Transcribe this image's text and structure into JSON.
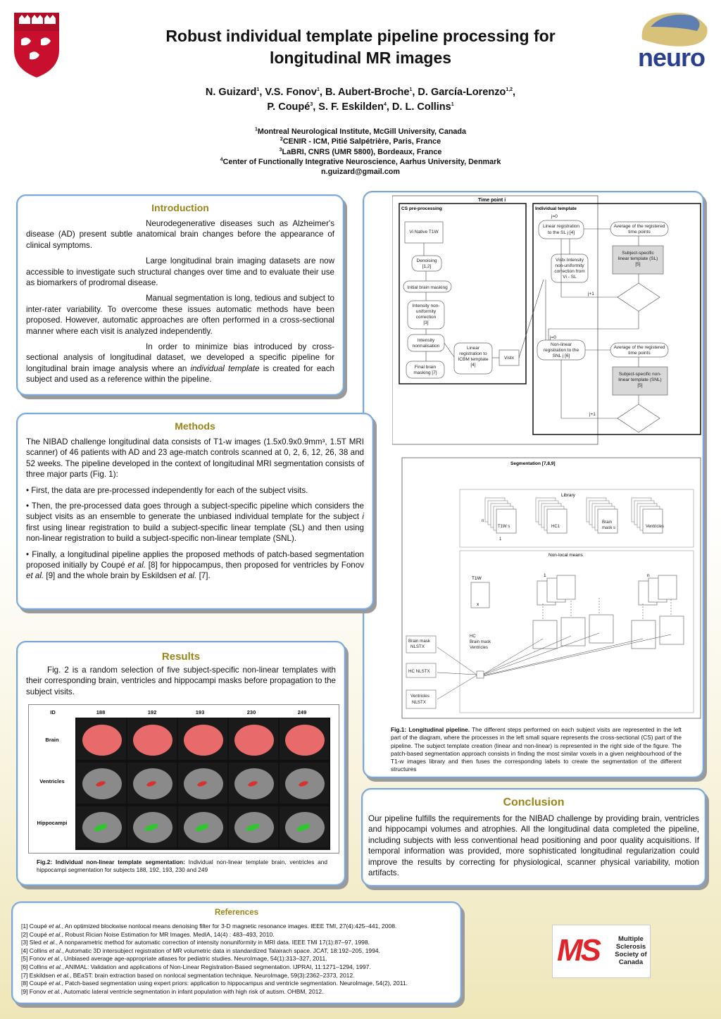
{
  "header": {
    "title_line1": "Robust individual template pipeline processing for",
    "title_line2": "longitudinal MR images",
    "authors_line1": [
      {
        "t": "N. Guizard",
        "s": "1"
      },
      {
        "t": ", V.S. Fonov",
        "s": "1"
      },
      {
        "t": ", B. Aubert-Broche",
        "s": "1"
      },
      {
        "t": ", D. García-Lorenzo",
        "s": "1,2"
      },
      {
        "t": ",",
        "s": ""
      }
    ],
    "authors_line2": [
      {
        "t": "P. Coupé",
        "s": "3"
      },
      {
        "t": ", S. F. Eskilden",
        "s": "4"
      },
      {
        "t": ", D. L. Collins",
        "s": "1"
      }
    ],
    "affiliations": [
      {
        "n": "1",
        "t": "Montreal Neurological Institute, McGill University, Canada"
      },
      {
        "n": "2",
        "t": "CENIR - ICM, Pitié Salpétrière, Paris, France"
      },
      {
        "n": "3",
        "t": "LaBRI, CNRS (UMR 5800), Bordeaux, France"
      },
      {
        "n": "4",
        "t": "Center of Functionally Integrative Neuroscience, Aarhus University, Denmark"
      }
    ],
    "email": "n.guizard@gmail.com",
    "logo_right_text": "neuro",
    "logo_ms_lines": [
      "Multiple",
      "Sclerosis",
      "Society of",
      "Canada"
    ],
    "logo_ms_mark": "MS"
  },
  "introduction": {
    "title": "Introduction",
    "p1": "Neurodegenerative diseases such as Alzheimer's disease (AD) present subtle anatomical brain changes before the appearance of clinical symptoms.",
    "p2": "Large longitudinal brain imaging datasets are now accessible to investigate such structural changes over time and to evaluate their use as biomarkers of prodromal disease.",
    "p3": "Manual segmentation is long, tedious and subject to inter-rater variability. To overcome these issues automatic methods have been proposed. However, automatic approaches are often performed in a cross-sectional manner where each visit is analyzed independently.",
    "p4a": "In order to minimize bias introduced by cross-sectional analysis of longitudinal dataset, we developed a specific pipeline for longitudinal brain image analysis where an ",
    "p4em": "individual template",
    "p4b": " is created for each subject and used as a reference within the pipeline."
  },
  "methods": {
    "title": "Methods",
    "p1": "The NIBAD challenge longitudinal data consists of T1-w images (1.5x0.9x0.9mm³, 1.5T MRI scanner) of 46 patients with AD and 23 age-match controls scanned at 0, 2, 6, 12, 26, 38 and 52 weeks.  The pipeline developed in the context of longitudinal MRI segmentation consists of three major parts (Fig. 1):",
    "b1": "• First, the data are pre-processed independently for each of the subject visits.",
    "b2a": "• Then, the pre-processed data goes through a subject-specific pipeline which considers the subject visits as an ensemble to generate the unbiased individual template for the subject ",
    "b2em": "i",
    "b2b": " first using linear registration to build a subject-specific linear template (SL) and then using non-linear registration to build a subject-specific non-linear template (SNL).",
    "b3a": "• Finally, a longitudinal pipeline applies the proposed methods of patch-based segmentation proposed initially by Coupé ",
    "b3em1": "et al.",
    "b3b": " [8] for hippocampus, then proposed for ventricles by Fonov ",
    "b3em2": "et al.",
    "b3c": " [9] and the whole brain by Eskildsen ",
    "b3em3": "et al.",
    "b3d": " [7]."
  },
  "results": {
    "title": "Results",
    "p1": "Fig. 2 is a random selection of five subject-specific non-linear templates with their corresponding brain, ventricles and hippocampi masks before propagation to the subject visits.",
    "fig_header": [
      "ID",
      "188",
      "192",
      "193",
      "230",
      "249"
    ],
    "fig_rows": [
      "Brain",
      "Ventricles",
      "Hippocampi"
    ],
    "caption_label": "Fig.2:  Individual non-linear template segmentation:",
    "caption_text": " Individual non-linear template brain, ventricles and hippocampi segmentation for subjects 188, 192, 193, 230 and 249"
  },
  "figure1": {
    "time_point": "Time point  i",
    "cs_title": "CS pre-processing",
    "it_title": "Individual template",
    "cs_boxes": [
      "Vi Native T1W",
      "Denoising",
      "[1,2]",
      "Initial brain masking",
      "Intensity non-",
      "uniformity",
      "correction",
      "[3]",
      "Intensity",
      "normalisation",
      "Final brain",
      "masking [7]",
      "Linear",
      "registration to",
      "ICBM template",
      "[4]",
      "Vistx"
    ],
    "it_labels": [
      "j=0",
      "Linear registration",
      "to the SL j [4]",
      "Average of the registered",
      "time points",
      "Subject-specific",
      "linear template (SL)",
      "[5]",
      "Vistx Intensity",
      "non-uniformity",
      "correction from",
      "Vi - SL",
      "j+1",
      "j=0",
      "Non-linear",
      "registration to the",
      "SNL j [6]",
      "Average of the registered",
      "time points",
      "Subject-specific non-",
      "linear template (SNL)",
      "[5]",
      "j+1"
    ],
    "seg_title": "Segmentation [7,8,9]",
    "library": "Library",
    "lib_items": [
      "T1W s",
      "HC1",
      "Brain",
      "mask s",
      "Ventricles"
    ],
    "lib_n": "n",
    "lib_1": "1",
    "nlm": "Non-local means",
    "nlm_t1w": "T1W",
    "nlm_1": "1",
    "nlm_n": "n",
    "nlm_x": "x",
    "nlm_hc": [
      "HC",
      "Brain mask",
      "Ventricles"
    ],
    "seg_out": [
      "Brain mask",
      "NLSTX",
      "HC NLSTX",
      "Ventricles",
      "NLSTX"
    ],
    "caption_label": "Fig.1: Longitudinal pipeline.",
    "caption_text": " The different steps performed on each subject visits are represented in the left part of the diagram, where the processes in the left small square represents the cross-sectional (CS) part of the pipeline. The subject template creation (linear and non-linear) is represented in the right side of the figure. The patch-based segmentation approach consists in finding the most similar voxels in a given neighbourhood of the T1-w images library and then fuses the corresponding labels to create the segmentation of the different structures"
  },
  "conclusion": {
    "title": "Conclusion",
    "p1": "Our pipeline fulfills the requirements for the NIBAD challenge by providing brain, ventricles and hippocampi volumes and atrophies. All the longitudinal data completed the pipeline, including subjects with less conventional head positioning and poor quality acquisitions. If temporal information was provided, more sophisticated longitudinal regularization could improve the results by correcting for physiological, scanner physical variability, motion artifacts."
  },
  "references": {
    "title": "References",
    "items": [
      {
        "a": "[1] Coupé ",
        "e": "et al.",
        "b": ", An optimized blockwise nonlocal means denoising filter for 3-D magnetic resonance images. IEEE TMI, 27(4):425–441, 2008."
      },
      {
        "a": "[2] Coupé ",
        "e": "et al.",
        "b": ", Robust Rician Noise Estimation for MR Images. MedIA, 14(4) : 483–493, 2010."
      },
      {
        "a": "[3] Sled ",
        "e": "et al.",
        "b": ", A nonparametric method for automatic correction of intensity nonuniformity in MRI data. IEEE TMI 17(1):87–97, 1998."
      },
      {
        "a": "[4] Collins ",
        "e": "et al.",
        "b": ", Automatic 3D intersubject registration of MR volumetric data in standardized Talairach space. JCAT, 18:192–205, 1994."
      },
      {
        "a": "[5] Fonov ",
        "e": "et al.",
        "b": ", Unbiased average age-appropriate atlases for pediatric studies. NeuroImage, 54(1):313–327, 2011."
      },
      {
        "a": "[6] Collins ",
        "e": "et al.",
        "b": ", ANIMAL: Validation and applications of Non-Linear Registration-Based segmentation. IJPRAI, 11:1271–1294, 1997."
      },
      {
        "a": "[7] Eskildsen ",
        "e": "et al.",
        "b": ", BEaST: brain extraction based on nonlocal segmentation technique. NeuroImage, 59(3):2362–2373, 2012."
      },
      {
        "a": "[8] Coupé ",
        "e": "et al.",
        "b": ", Patch-based segmentation using expert priors: application to hippocampus and ventricle segmentation. NeuroImage, 54(2), 2011."
      },
      {
        "a": "[9] Fonov ",
        "e": "et al.",
        "b": ", Automatic lateral ventricle segmentation in infant population with high risk of autism. OHBM, 2012."
      }
    ]
  },
  "colors": {
    "panel_border": "#7aa7d8",
    "section_title": "#9b8419",
    "mcgill_red": "#c8102e",
    "ms_red": "#e0242b",
    "neuro_blue": "#2b3f8f",
    "neuro_gold": "#c9a93b"
  }
}
